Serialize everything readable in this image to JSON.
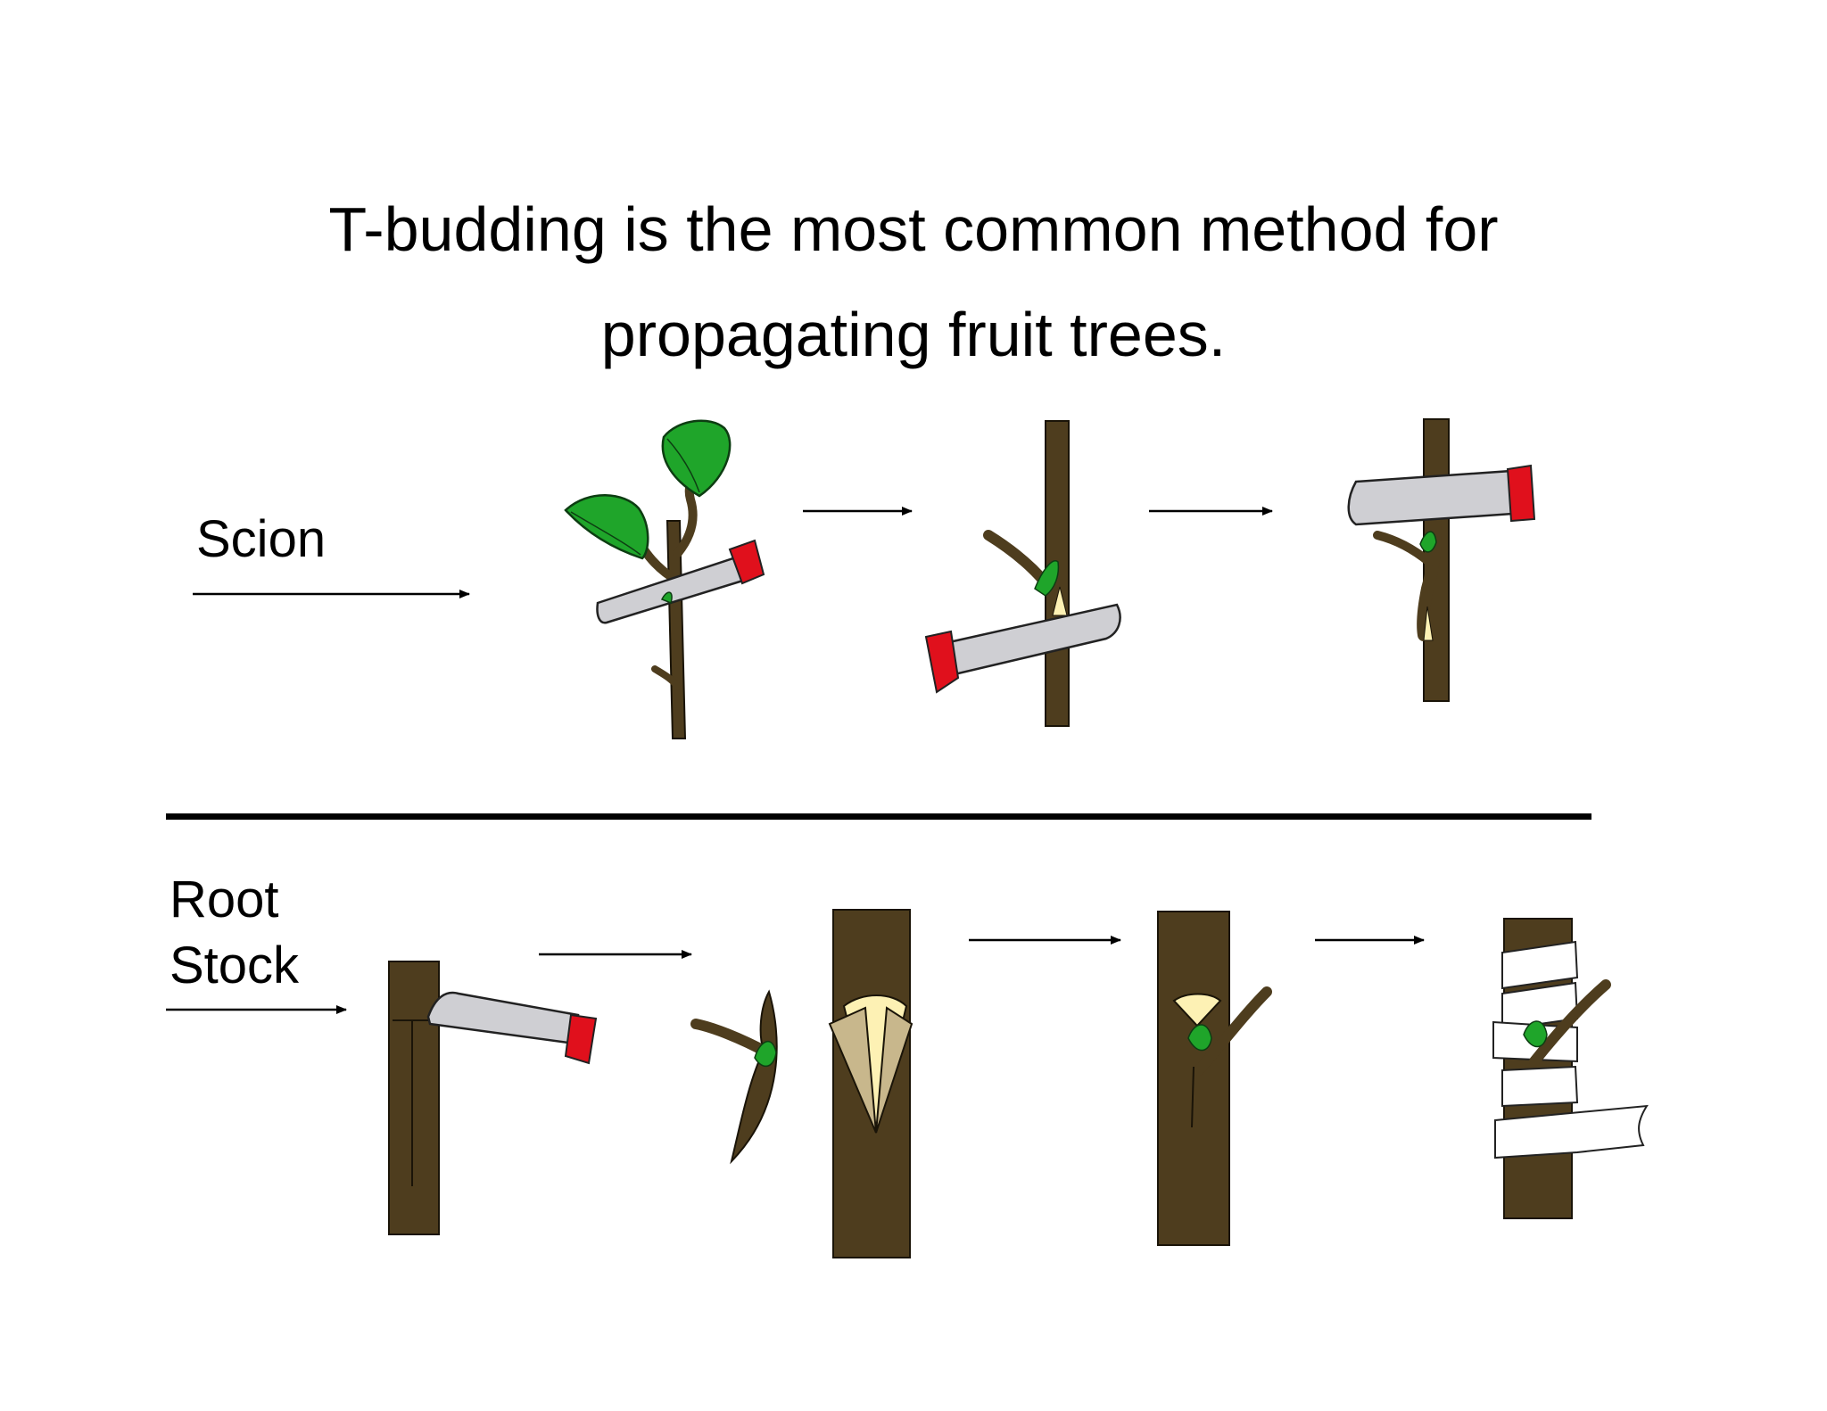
{
  "title": {
    "line1": "T-budding is the most common method for",
    "line2": "propagating fruit trees."
  },
  "labels": {
    "scion": "Scion",
    "rootstock_line1": "Root",
    "rootstock_line2": "Stock"
  },
  "colors": {
    "bark": "#4e3d1e",
    "bark_outline": "#1a1408",
    "leaf": "#1fa52a",
    "blade": "#cfcfd3",
    "handle": "#e0101c",
    "cambium": "#fdf1b4",
    "bark_flap": "#c8b78c",
    "tape": "#ffffff",
    "divider": "#000000"
  },
  "scion_steps": [
    {
      "step": 1,
      "icon": "leafy-stick-with-knife"
    },
    {
      "step": 2,
      "icon": "stick-with-knife-cutting-bud"
    },
    {
      "step": 3,
      "icon": "stick-with-knife-removing-bud"
    }
  ],
  "rootstock_steps": [
    {
      "step": 1,
      "icon": "stock-with-knife-t-cut"
    },
    {
      "step": 2,
      "icon": "bud-shield"
    },
    {
      "step": 3,
      "icon": "stock-with-opened-t-flaps"
    },
    {
      "step": 4,
      "icon": "stock-with-inserted-bud"
    },
    {
      "step": 5,
      "icon": "stock-wrapped-with-tape"
    }
  ]
}
